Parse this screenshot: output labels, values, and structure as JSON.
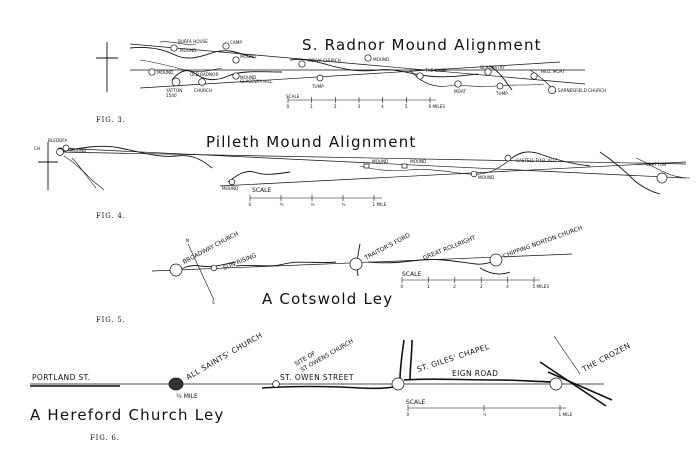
{
  "fig3": {
    "title": "S. Radnor Mound Alignment",
    "label": "FIG. 3.",
    "scale_label": "SCALE",
    "scale_ticks": [
      "0",
      "1",
      "2",
      "3",
      "4",
      "5",
      "6 MILES"
    ],
    "places": {
      "burfa_house": "BURFA HOUSE",
      "mound_a": "MOUND",
      "camp": "CAMP",
      "mound_b": "MOUND",
      "mound_c": "MOUND",
      "colva_church": "COLVA CHURCH",
      "mound_d": "MOUND",
      "mound_e": "MOUND",
      "the_camp": "THE CAMP",
      "gladestry": "GLADESTRY",
      "hell_moat": "HELL MOAT",
      "yatton": "YATTON",
      "year_1540": "1540",
      "old_radnor": "OLD RADNOR",
      "gladestry_church": "CHURCH",
      "glascwm_hill": "GLASCWM HILL",
      "tump": "TUMP",
      "moat": "MOAT",
      "tump_b": "TUMP",
      "sarnesfield_church": "SARNESFIELD CHURCH"
    }
  },
  "fig4": {
    "title": "Pilleth Mound Alignment",
    "label": "FIG. 4.",
    "scale_label": "SCALE",
    "scale_ticks": [
      "0",
      "¼",
      "½",
      "¾",
      "1 MILE"
    ],
    "places": {
      "bleddfa": "BLEDDFA",
      "ch": "CH.",
      "mound_a": "MOUND",
      "mound_b": "MOUND",
      "mound_c": "MOUND",
      "mound_d": "MOUND",
      "mound_e": "MOUND",
      "castell_foel_allt": "CASTELL FOEL ALLT",
      "whitton": "WHITTON"
    }
  },
  "fig5": {
    "title": "A Cotswold Ley",
    "label": "FIG. 5.",
    "scale_label": "SCALE",
    "scale_ticks": [
      "0",
      "1",
      "2",
      "3",
      "4",
      "5 MILES"
    ],
    "places": {
      "broadway_church": "BROADWAY CHURCH",
      "sun_rising": "SUN RISING",
      "traitors_ford": "TRAITOR'S FORD",
      "great_rollright": "GREAT ROLLRIGHT",
      "chipping_norton_church": "CHIPPING NORTON CHURCH",
      "n": "N",
      "s": "S"
    }
  },
  "fig6": {
    "title": "A Hereford Church Ley",
    "label": "FIG. 6.",
    "scale_label": "SCALE",
    "scale_ticks": [
      "0",
      "½",
      "1 MILE"
    ],
    "places": {
      "portland_st": "PORTLAND ST.",
      "all_saints_church": "ALL SAINTS' CHURCH",
      "site_of": "SITE OF",
      "st_owens_church": "ST OWENS CHURCH",
      "st_owen_street": "ST. OWEN STREET",
      "st_giles_chapel": "ST. GILES' CHAPEL",
      "eign_road": "EIGN ROAD",
      "the_crozen": "THE CROZEN",
      "quarter_mile": "¼ MILE"
    }
  }
}
